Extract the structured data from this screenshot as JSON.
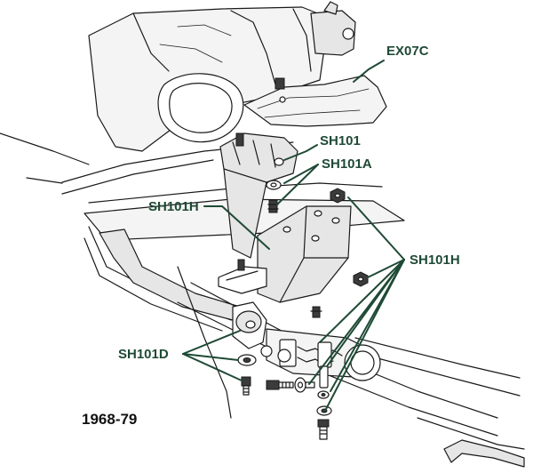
{
  "labels": {
    "ex07c": "EX07C",
    "sh101": "SH101",
    "sh101a": "SH101A",
    "sh101h_left": "SH101H",
    "sh101h_right": "SH101H",
    "sh101d": "SH101D"
  },
  "year_range": "1968-79",
  "colors": {
    "callout": "#1f4a35",
    "ink": "#1a1a1a",
    "shading": "#e6e6e6"
  }
}
